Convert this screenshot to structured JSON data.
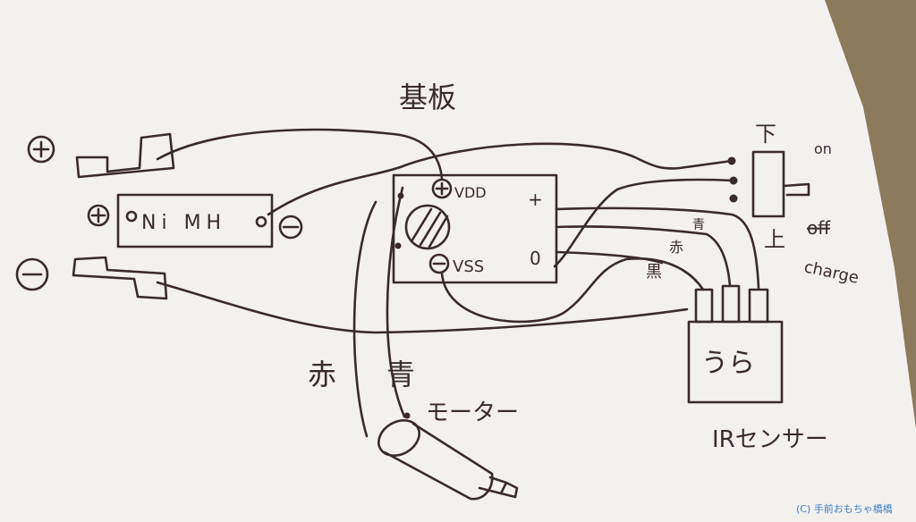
{
  "labels": {
    "board": "基板",
    "vdd": "VDD",
    "vss": "VSS",
    "plus": "+",
    "zero": "0",
    "nimh": "Ni MH",
    "switch_down": "下",
    "switch_up": "上",
    "on": "on",
    "off": "off",
    "charge": "charge",
    "red_left": "赤",
    "blue": "青",
    "motor": "モーター",
    "wire_blue": "青",
    "wire_red": "赤",
    "wire_black": "黒",
    "ir_sensor": "IRセンサー",
    "sensor_mark": "うら"
  },
  "watermark": "(C) 手前おもちゃ橋橋",
  "colors": {
    "paper": "#f2f1ee",
    "ink": "#3a2a2c",
    "background": "#8c7a5c",
    "watermark": "#3f7fc8"
  }
}
